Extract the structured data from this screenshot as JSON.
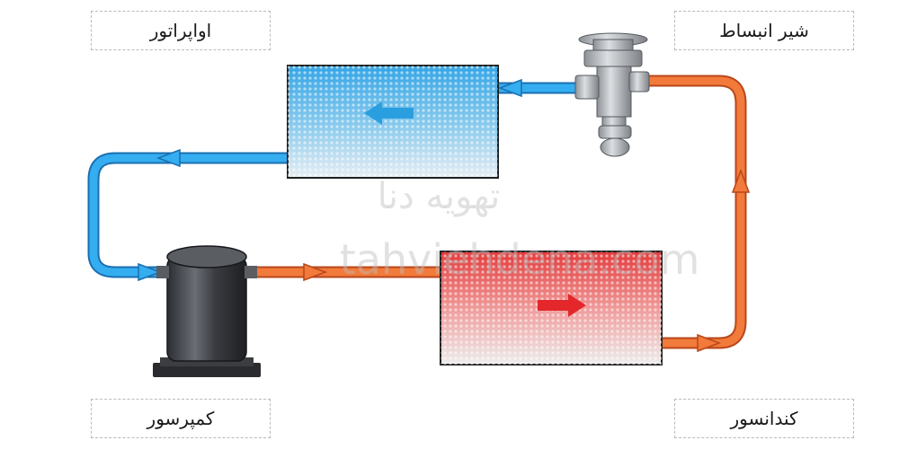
{
  "labels": {
    "evaporator": "اواپراتور",
    "expansion_valve": "شیر انبساط",
    "compressor": "کمپرسور",
    "condenser": "کندانسور"
  },
  "watermark": {
    "brand": "تهویه دنا",
    "site": "tahviehdena.com"
  },
  "colors": {
    "cold_pipe": "#29a3e8",
    "hot_pipe": "#ef6a2c",
    "evaporator_fill": "#3aa8e3",
    "condenser_fill": "#e64848"
  }
}
